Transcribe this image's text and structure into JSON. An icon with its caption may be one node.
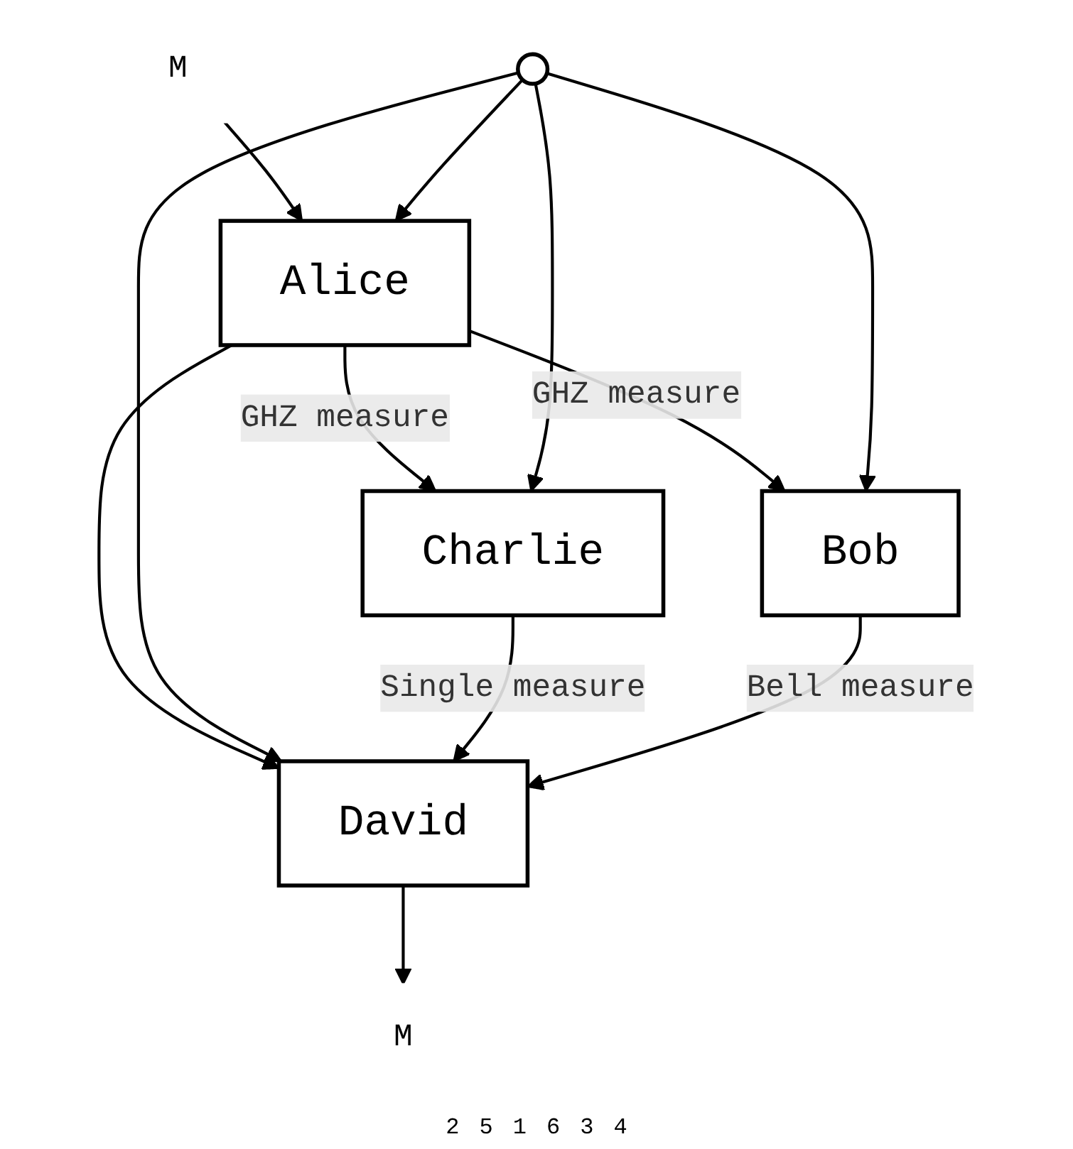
{
  "diagram": {
    "nodes": [
      {
        "text": [
          "M"
        ]
      },
      {
        "text": [
          "Alice"
        ]
      },
      {
        "text": [
          "Charlie"
        ]
      },
      {
        "text": [
          "Bob"
        ]
      },
      {
        "text": [],
        "shape": "circle"
      },
      {
        "text": [
          "David"
        ]
      },
      {
        "text": [
          "M"
        ]
      }
    ],
    "edges": [
      {
        "from": 0,
        "to": 1,
        "arrow": "to"
      },
      {
        "from": 1,
        "to": 2,
        "arrow": "to",
        "label": "GHZ measure"
      },
      {
        "from": 1,
        "to": 3,
        "arrow": "to",
        "label": "GHZ measure"
      },
      {
        "from": 1,
        "to": 5,
        "arrow": "to"
      },
      {
        "from": 4,
        "to": 1,
        "arrow": "to"
      },
      {
        "from": 4,
        "to": 2,
        "arrow": "to"
      },
      {
        "from": 4,
        "to": 3,
        "arrow": "to"
      },
      {
        "from": 4,
        "to": 5,
        "arrow": "to"
      },
      {
        "from": 2,
        "to": 5,
        "arrow": "to",
        "label": "Single measure"
      },
      {
        "from": 3,
        "to": 5,
        "arrow": "to",
        "label": "Bell measure"
      },
      {
        "from": 5,
        "to": 6,
        "arrow": "to"
      }
    ],
    "labels": [
      "2",
      "5",
      "1",
      "6",
      "3",
      "4"
    ]
  }
}
